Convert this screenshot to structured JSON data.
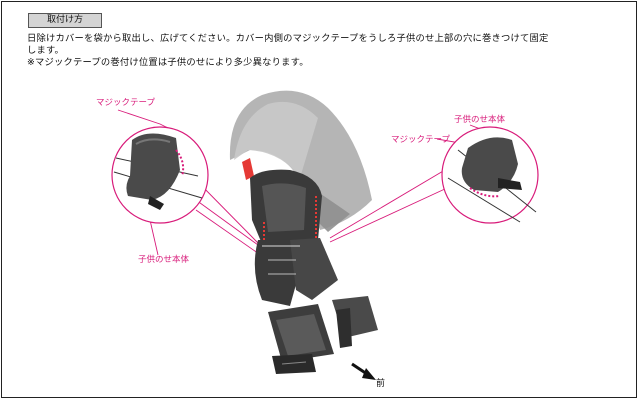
{
  "header": {
    "tag": "取付け方"
  },
  "instructions": {
    "line1": "日除けカバーを袋から取出し、広げてください。カバー内側のマジックテープをうしろ子供のせ上部の穴に巻きつけて固定",
    "line2": "します。",
    "note": "※マジックテープの巻付け位置は子供のせにより多少異なります。"
  },
  "labels": {
    "left_velcro": "マジックテープ",
    "left_body": "子供のせ本体",
    "right_body": "子供のせ本体",
    "right_velcro": "マジックテープ",
    "front": "前"
  },
  "colors": {
    "accent": "#d81b7a",
    "cover": "#9a9a9a",
    "seat": "#3a3a3a",
    "velcro_marker": "#e53935"
  }
}
